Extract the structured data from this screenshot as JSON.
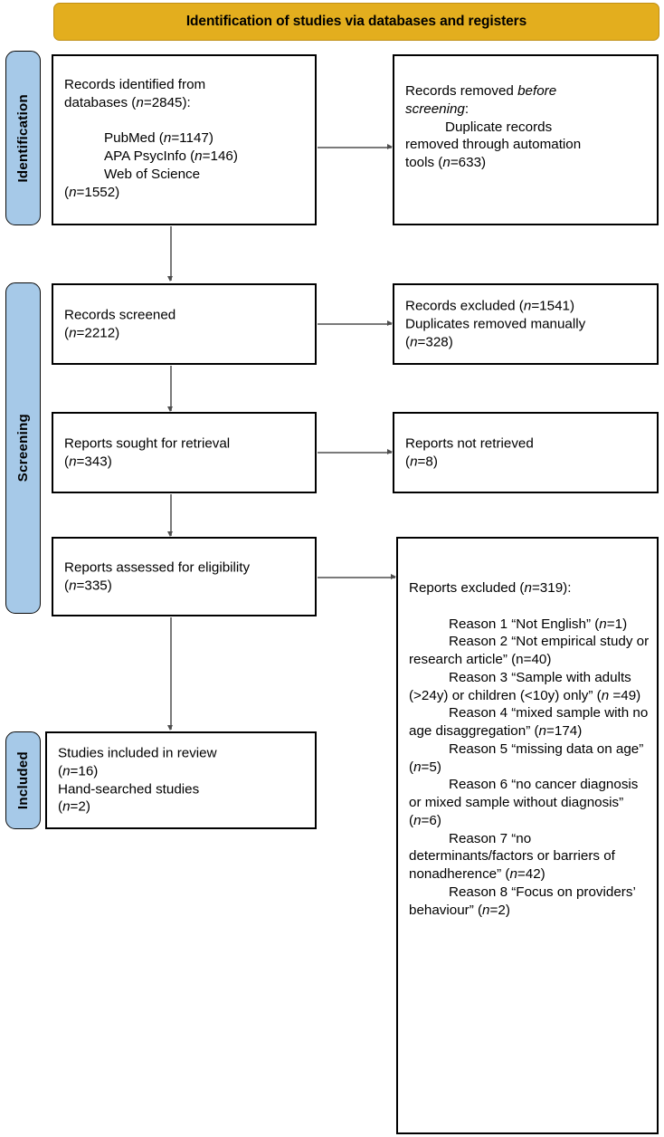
{
  "banner": {
    "title": "Identification of studies via databases and registers",
    "color": "#E3AE1E"
  },
  "stages": {
    "identification": "Identification",
    "screening": "Screening",
    "included": "Included",
    "color": "#A6C9E8"
  },
  "boxes": {
    "records_identified": {
      "line1": "Records identified from",
      "line2_pre": "databases (",
      "line2_n": "n",
      "line2_post": "=2845):",
      "source1": "PubMed (",
      "source1_n": "n",
      "source1_post": "=1147)",
      "source2": "APA PsycInfo (",
      "source2_n": "n",
      "source2_post": "=146)",
      "source3": "Web of Science",
      "source4_pre": "(",
      "source4_n": "n",
      "source4_post": "=1552)"
    },
    "records_removed": {
      "line1_pre": "Records removed ",
      "line1_em": "before",
      "line2_em": "screening",
      "line2_post": ":",
      "line3": "Duplicate records",
      "line4": "removed through automation",
      "line5_pre": "tools (",
      "line5_n": "n",
      "line5_post": "=633)"
    },
    "records_screened": {
      "line1": "Records screened",
      "line2_pre": "(",
      "line2_n": "n",
      "line2_post": "=2212)"
    },
    "records_excluded": {
      "line1_pre": "Records excluded (",
      "line1_n": "n",
      "line1_post": "=1541)",
      "line2": "Duplicates removed manually",
      "line3_pre": "(",
      "line3_n": "n",
      "line3_post": "=328)"
    },
    "reports_sought": {
      "line1": "Reports sought for retrieval",
      "line2_pre": "(",
      "line2_n": "n",
      "line2_post": "=343)"
    },
    "reports_not_retrieved": {
      "line1": "Reports not retrieved",
      "line2_pre": "(",
      "line2_n": "n",
      "line2_post": "=8)"
    },
    "reports_assessed": {
      "line1": "Reports assessed for eligibility",
      "line2_pre": "(",
      "line2_n": "n",
      "line2_post": "=335)"
    },
    "reports_excluded": {
      "heading_pre": "Reports excluded (",
      "heading_n": "n",
      "heading_post": "=319):",
      "reasons": [
        {
          "text": "Reason 1 “Not English” (",
          "n": "n",
          "post": "=1)"
        },
        {
          "text": "Reason 2 “Not empirical study or research article” (n=40)",
          "n": "",
          "post": ""
        },
        {
          "text": "Reason 3 “Sample with adults (>24y) or children (<10y) only” (",
          "n": "n",
          "post": " =49)"
        },
        {
          "text": "Reason 4 “mixed sample with no age disaggregation” (",
          "n": "n",
          "post": "=174)"
        },
        {
          "text": "Reason 5 “missing data on age” (",
          "n": "n",
          "post": "=5)"
        },
        {
          "text": "Reason 6 “no cancer diagnosis or mixed sample without diagnosis” (",
          "n": "n",
          "post": "=6)"
        },
        {
          "text": "Reason 7 “no determinants/factors or barriers of nonadherence” (",
          "n": "n",
          "post": "=42)"
        },
        {
          "text": "Reason 8 “Focus on providers’ behaviour” (",
          "n": "n",
          "post": "=2)"
        }
      ]
    },
    "studies_included": {
      "line1": "Studies included in review",
      "line2_pre": "(",
      "line2_n": "n",
      "line2_post": "=16)",
      "line3": "Hand-searched studies",
      "line4_pre": "(",
      "line4_n": "n",
      "line4_post": "=2)"
    }
  }
}
